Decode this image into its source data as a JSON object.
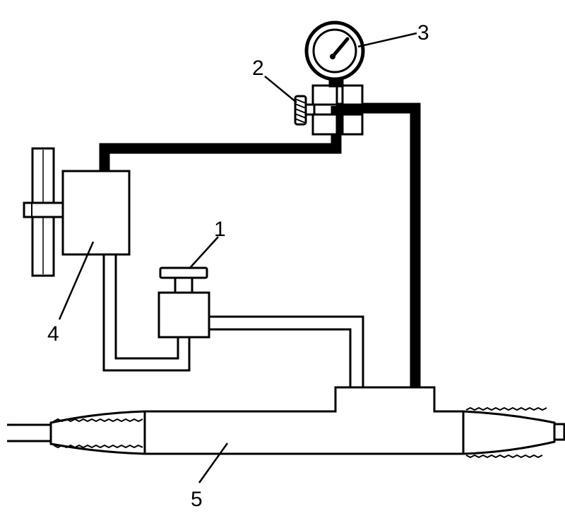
{
  "diagram": {
    "labels": [
      "1",
      "2",
      "3",
      "4",
      "5"
    ],
    "colors": {
      "ink": "#000000",
      "paper": "#ffffff"
    }
  }
}
